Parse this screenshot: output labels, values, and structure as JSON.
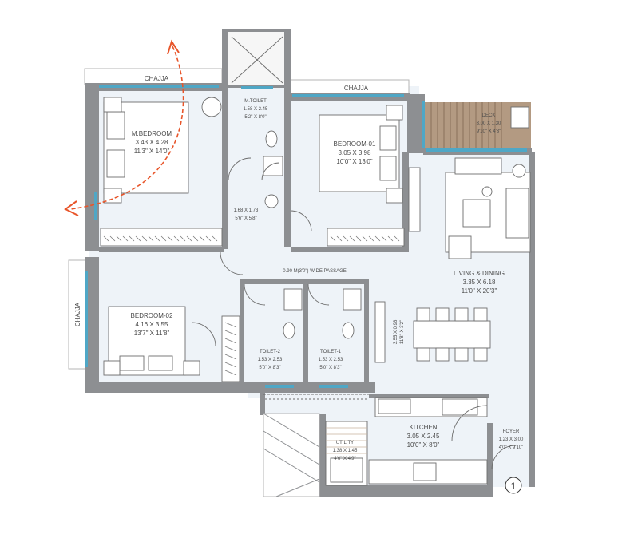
{
  "plan": {
    "rooms": {
      "m_bedroom": {
        "name": "M.BEDROOM",
        "metric": "3.43 X 4.28",
        "imperial": "11'3\" X 14'0\""
      },
      "m_toilet": {
        "name": "M.TOILET",
        "metric": "1.58 X 2.45",
        "imperial": "5'2\" X 8'0\""
      },
      "dress": {
        "metric": "1.68 X 1.73",
        "imperial": "5'6\" X 5'8\""
      },
      "bedroom01": {
        "name": "BEDROOM-01",
        "metric": "3.05 X 3.98",
        "imperial": "10'0\" X 13'0\""
      },
      "deck": {
        "name": "DECK",
        "metric": "3.00 X 1.30",
        "imperial": "9'10\" X 4'3\""
      },
      "living": {
        "name": "LIVING & DINING",
        "metric": "3.35 X 6.18",
        "imperial": "11'0\" X 20'3\""
      },
      "passage": {
        "label": "0.90 M(3'0\") WIDE PASSAGE"
      },
      "bedroom02": {
        "name": "BEDROOM-02",
        "metric": "4.16 X 3.55",
        "imperial": "13'7\" X 11'8\""
      },
      "toilet2": {
        "name": "TOILET-2",
        "metric": "1.53 X 2.53",
        "imperial": "5'0\" X 8'3\""
      },
      "toilet1": {
        "name": "TOILET-1",
        "metric": "1.53 X 2.53",
        "imperial": "5'0\" X 8'3\""
      },
      "side": {
        "metric": "3.55 X 0.98",
        "imperial": "11'8\" X 3'2\""
      },
      "kitchen": {
        "name": "KITCHEN",
        "metric": "3.05 X 2.45",
        "imperial": "10'0\" X 8'0\""
      },
      "utility": {
        "name": "UTILITY",
        "metric": "1.38 X 1.45",
        "imperial": "4'6\" X 4'9\""
      },
      "foyer": {
        "name": "FOYER",
        "metric": "1.23 X 3.00",
        "imperial": "4'0\" X 9'10\""
      }
    },
    "chajja_label": "CHAJJA",
    "unit_number": "1",
    "colors": {
      "wall": "#8d8f92",
      "floor": "#eef3f8",
      "window": "#4fa7c6",
      "deck": "#b39a82",
      "path_arrow": "#e8552a"
    }
  }
}
